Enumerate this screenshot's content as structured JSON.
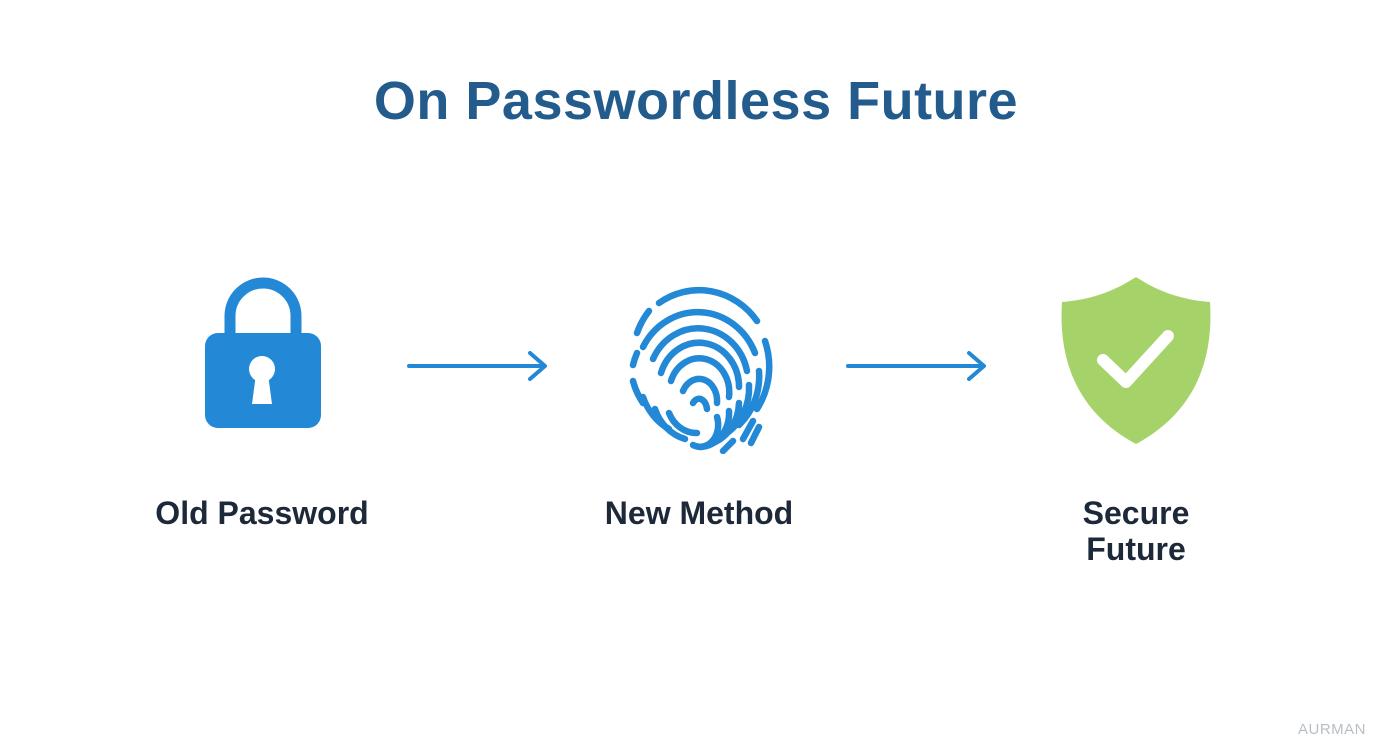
{
  "diagram": {
    "title": "On Passwordless Future",
    "steps": [
      {
        "label": "Old Password",
        "icon": "padlock-icon"
      },
      {
        "label": "New Method",
        "icon": "fingerprint-icon"
      },
      {
        "label": "Secure Future",
        "icon": "shield-check-icon"
      }
    ],
    "connectors": [
      "arrow-right-icon",
      "arrow-right-icon"
    ]
  },
  "watermark": "AURMAN",
  "colors": {
    "title": "#235b8c",
    "lock": "#2389d6",
    "fingerprint": "#2389d6",
    "arrow": "#2389d6",
    "shield": "#a6d369",
    "label": "#1d2839"
  }
}
